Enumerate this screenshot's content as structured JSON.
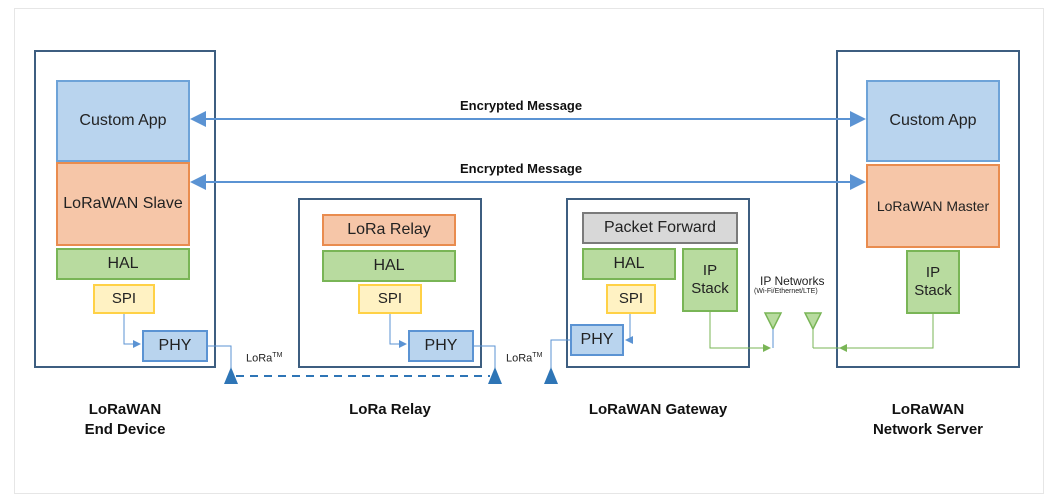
{
  "messages": [
    "Encrypted Message",
    "Encrypted Message"
  ],
  "end_device": {
    "custom_app": "Custom App",
    "lorawan_slave": "LoRaWAN Slave",
    "hal": "HAL",
    "spi": "SPI",
    "phy": "PHY",
    "label_line1": "LoRaWAN",
    "label_line2": "End Device"
  },
  "relay": {
    "lora_relay": "LoRa Relay",
    "hal": "HAL",
    "spi": "SPI",
    "phy": "PHY",
    "label": "LoRa Relay"
  },
  "gateway": {
    "packet_forward": "Packet Forward",
    "hal": "HAL",
    "spi": "SPI",
    "ip_line1": "IP",
    "ip_line2": "Stack",
    "phy": "PHY",
    "label": "LoRaWAN Gateway"
  },
  "server": {
    "custom_app": "Custom App",
    "lorawan_master": "LoRaWAN Master",
    "ip_line1": "IP",
    "ip_line2": "Stack",
    "label_line1": "LoRaWAN",
    "label_line2": "Network Server"
  },
  "links": {
    "lora_1": "LoRa",
    "lora_2": "LoRa",
    "tm": "TM",
    "ip_networks": "IP Networks",
    "ip_networks_sub": "(Wi-Fi/Ethernet/LTE)"
  },
  "colors": {
    "arrow": "#5b93d3",
    "radio": "#2e75b6",
    "ip_link": "#79b556"
  },
  "icons": [
    "antenna-icon",
    "antenna-icon",
    "antenna-icon",
    "wifi-antenna-icon",
    "wifi-antenna-icon"
  ]
}
